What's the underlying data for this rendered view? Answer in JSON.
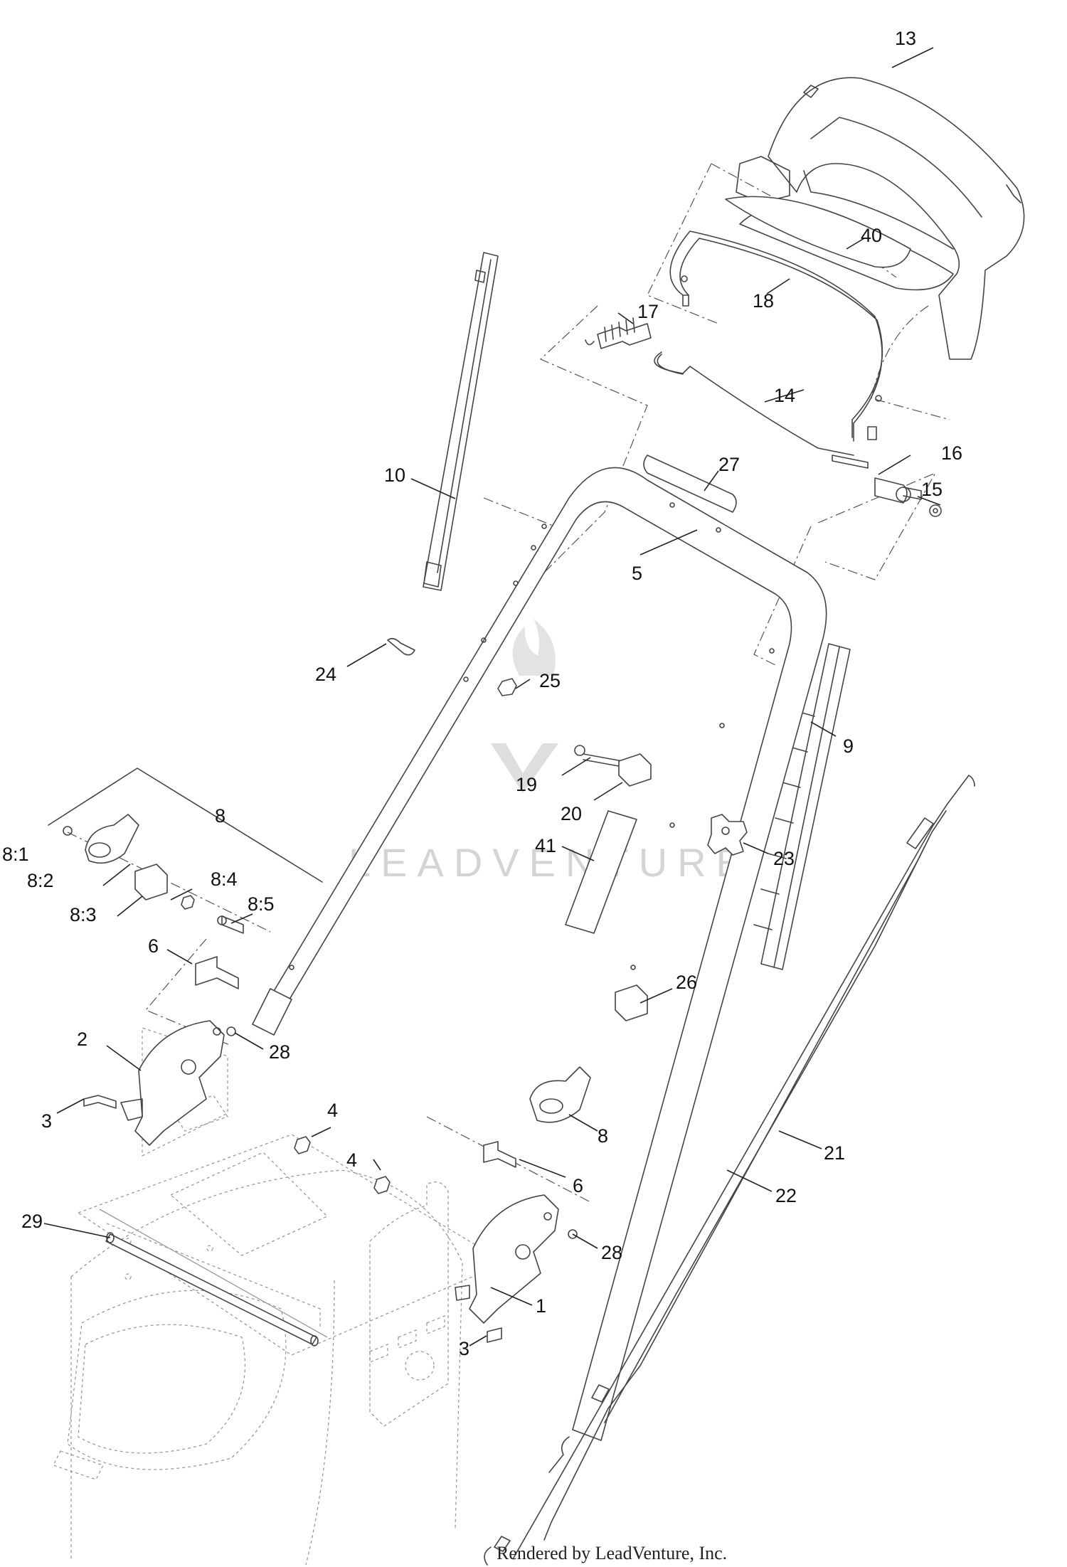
{
  "watermark": {
    "text": "LEADVENTURE"
  },
  "footer": {
    "text": "Rendered by LeadVenture, Inc."
  },
  "callouts": {
    "c13": "13",
    "c40": "40",
    "c18": "18",
    "c17": "17",
    "c14": "14",
    "c16": "16",
    "c15": "15",
    "c27": "27",
    "c10": "10",
    "c5": "5",
    "c24": "24",
    "c25": "25",
    "c9": "9",
    "c19": "19",
    "c20": "20",
    "c23": "23",
    "c41": "41",
    "c8": "8",
    "c8_1": "8:1",
    "c8_2": "8:2",
    "c8_3": "8:3",
    "c8_4": "8:4",
    "c8_5": "8:5",
    "c6a": "6",
    "c26": "26",
    "c2": "2",
    "c28a": "28",
    "c3a": "3",
    "c4a": "4",
    "c8b": "8",
    "c6b": "6",
    "c21": "21",
    "c22": "22",
    "c4b": "4",
    "c29": "29",
    "c28b": "28",
    "c1": "1",
    "c3b": "3"
  }
}
